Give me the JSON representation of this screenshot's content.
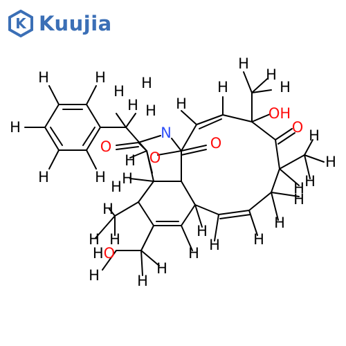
{
  "brand": {
    "name": "Kuujia",
    "color": "#3b6fb6"
  },
  "molecule": {
    "atom_colors": {
      "C": "#000000",
      "H": "#000000",
      "O": "#ff0d0d",
      "N": "#3050f8"
    },
    "bond_color": "#000000",
    "atom_labels": {
      "O": "O",
      "N": "N",
      "H": "H",
      "OH": "OH",
      "HO": "HO"
    }
  }
}
